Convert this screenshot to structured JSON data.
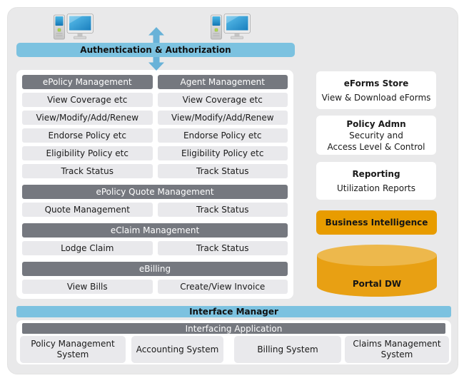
{
  "colors": {
    "accent_blue": "#7cc2e0",
    "arrow_blue": "#68b2d8",
    "slate_gray": "#75787f",
    "item_gray": "#e9e9ec",
    "orange": "#e89c00",
    "cylinder_top": "#edb84c",
    "cylinder_body": "#e8a013"
  },
  "top": {
    "auth_bar": "Authentication & Authorization"
  },
  "left_panel": {
    "columns": [
      {
        "header": "ePolicy Management",
        "items": [
          "View Coverage etc",
          "View/Modify/Add/Renew",
          "Endorse Policy etc",
          "Eligibility Policy etc",
          "Track Status"
        ]
      },
      {
        "header": "Agent Management",
        "items": [
          "View Coverage etc",
          "View/Modify/Add/Renew",
          "Endorse Policy etc",
          "Eligibility Policy etc",
          "Track Status"
        ]
      }
    ],
    "sections": [
      {
        "header": "ePolicy Quote Management",
        "cells": [
          "Quote Management",
          "Track Status"
        ]
      },
      {
        "header": "eClaim Management",
        "cells": [
          "Lodge Claim",
          "Track Status"
        ]
      },
      {
        "header": "eBilling",
        "cells": [
          "View Bills",
          "Create/View Invoice"
        ]
      }
    ]
  },
  "right_panel": {
    "cards": [
      {
        "title": "eForms Store",
        "lines": [
          "View & Download eForms"
        ]
      },
      {
        "title": "Policy Admn",
        "lines": [
          "Security and",
          "Access Level & Control"
        ]
      },
      {
        "title": "Reporting",
        "lines": [
          "Utilization Reports"
        ]
      }
    ],
    "business_intelligence": "Business Intelligence",
    "portal_dw": "Portal DW"
  },
  "bottom": {
    "interface_manager": "Interface Manager",
    "interfacing_application": "Interfacing Application",
    "systems": [
      "Policy Management System",
      "Accounting System",
      "Billing System",
      "Claims Management System"
    ]
  }
}
